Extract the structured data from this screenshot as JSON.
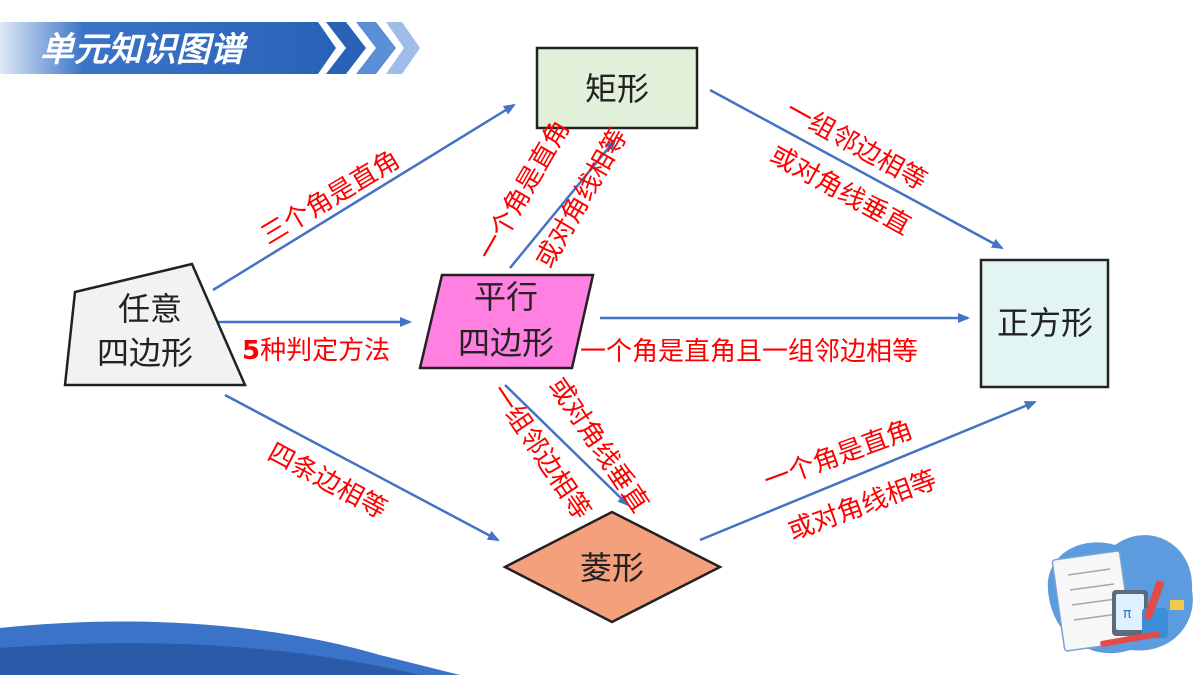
{
  "header": {
    "title": "单元知识图谱"
  },
  "nodes": {
    "quad": {
      "line1": "任意",
      "line2": "四边形"
    },
    "parallel": {
      "line1": "平行",
      "line2": "四边形"
    },
    "rectangle": {
      "label": "矩形"
    },
    "rhombus": {
      "label": "菱形"
    },
    "square": {
      "label": "正方形"
    }
  },
  "labels": {
    "quad_to_rect": "三个角是直角",
    "quad_to_para_num": "5",
    "quad_to_para_text": "种判定方法",
    "quad_to_rhombus": "四条边相等",
    "para_to_rect_1": "一个角是直角",
    "para_to_rect_2": "或对角线相等",
    "para_to_square": "一个角是直角且一组邻边相等",
    "para_to_rhombus_1": "一组邻边相等",
    "para_to_rhombus_2": "或对角线垂直",
    "rect_to_square_1": "一组邻边相等",
    "rect_to_square_2": "或对角线垂直",
    "rhombus_to_square_1": "一个角是直角",
    "rhombus_to_square_2": "或对角线相等"
  },
  "colors": {
    "title_bar": "#3b73c8",
    "arrow": "#4472c4",
    "label": "#ff0000",
    "rectangle_fill": "#e2efd9",
    "square_fill": "#e2f5f3",
    "parallel_fill": "#ff80e0",
    "rhombus_fill": "#f4a07c",
    "quad_fill": "#f2f2f2"
  }
}
